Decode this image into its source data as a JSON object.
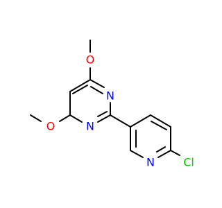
{
  "molecule": {
    "atoms": {
      "o_top": "O",
      "o_left": "O",
      "n_pyrimidine_top": "N",
      "n_pyrimidine_bottom": "N",
      "n_pyridine": "N",
      "cl": "Cl"
    },
    "colors": {
      "bond": "#000000",
      "carbon": "#000000",
      "oxygen": "#ff0000",
      "nitrogen": "#0000ff",
      "chlorine": "#00cc00"
    }
  }
}
